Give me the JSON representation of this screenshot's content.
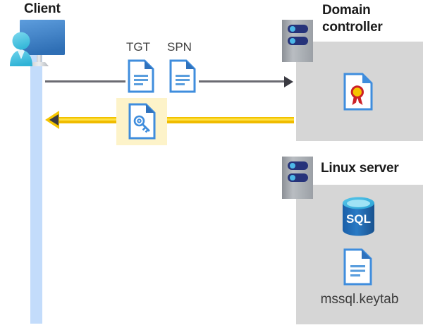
{
  "diagram": {
    "title_client": "Client",
    "title_domain_controller": "Domain\ncontroller",
    "title_domain_controller_line1": "Domain",
    "title_domain_controller_line2": "controller",
    "title_linux_server": "Linux server",
    "label_tgt": "TGT",
    "label_spn": "SPN",
    "label_keytab_file": "mssql.keytab",
    "label_sql_icon_text": "SQL"
  },
  "icons": {
    "client": "user-at-monitor-icon",
    "tgt_document": "document-icon",
    "spn_document": "document-icon",
    "ticket_document": "document-with-key-icon",
    "domain_controller_server": "server-rack-icon",
    "certificate": "certificate-document-icon",
    "linux_server": "server-rack-icon",
    "sql_database": "sql-database-icon",
    "keytab_document": "document-icon"
  },
  "arrows": {
    "request": {
      "name": "request-arrow",
      "direction": "right",
      "color": "#6b6b72"
    },
    "response": {
      "name": "response-arrow",
      "direction": "left",
      "color": "#f5c500"
    }
  },
  "colors": {
    "panel_grey": "#d6d6d6",
    "lifeline_blue": "#c3dcfb",
    "highlight_yellow": "#fdf3c9",
    "arrow_yellow": "#f5c500",
    "arrow_dark": "#3a3a42",
    "icon_blue": "#3f8ddd",
    "icon_blue_dark": "#2a6db5",
    "server_navy": "#26337a",
    "text_dark": "#1b1b1b",
    "seal_gold": "#f5c400",
    "seal_red": "#cc2027",
    "sql_blue": "#1e6bb8"
  }
}
